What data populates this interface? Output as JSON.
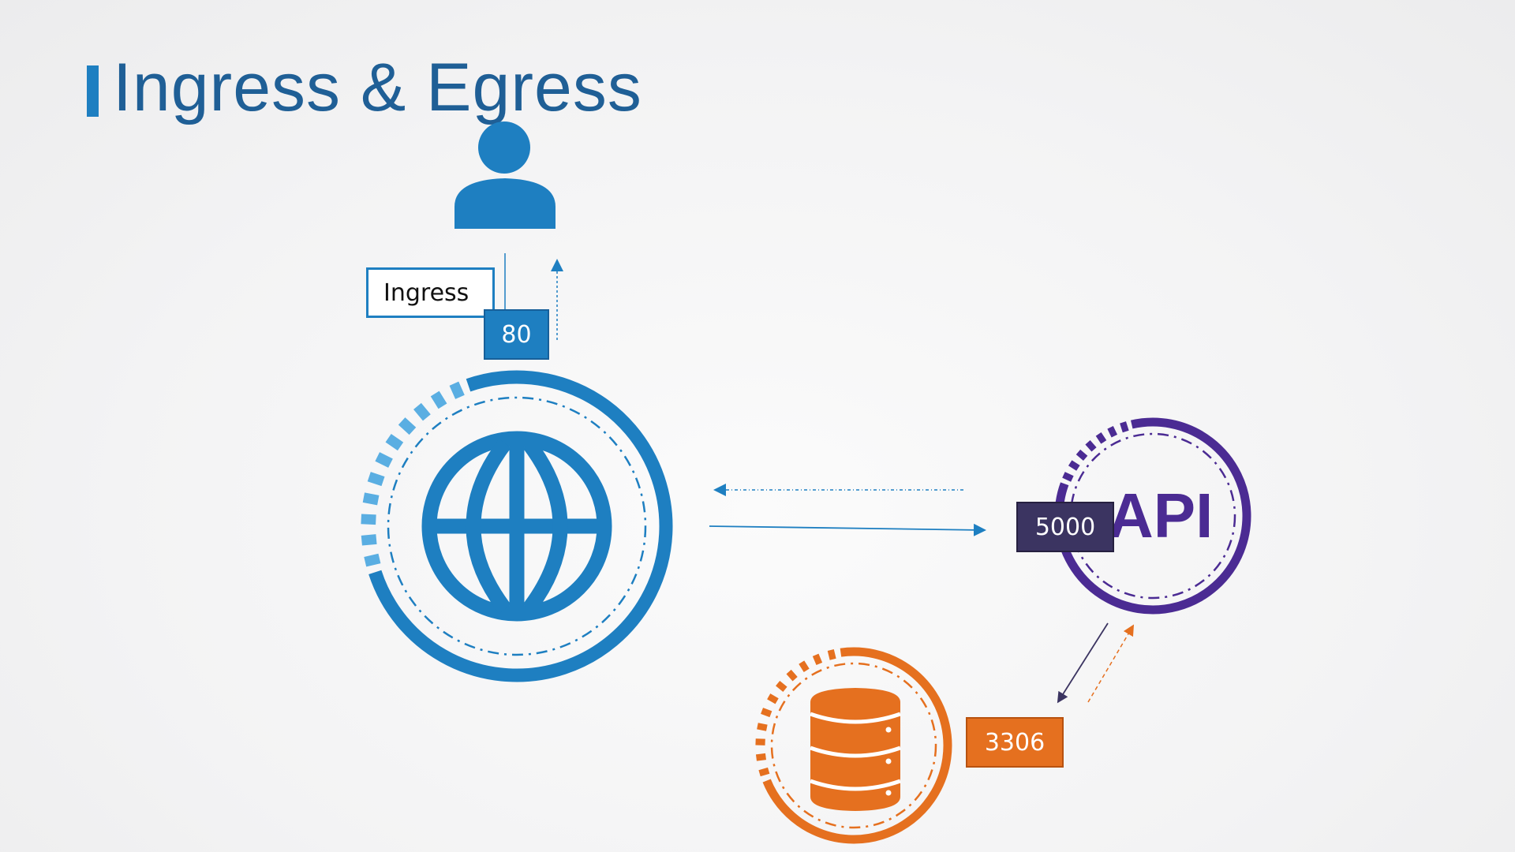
{
  "title": "Ingress & Egress",
  "labels": {
    "ingress": "Ingress",
    "web_port": "80",
    "api_port": "5000",
    "api": "API",
    "db_port": "3306"
  },
  "colors": {
    "title": "#1f5f96",
    "web": "#1e7fc1",
    "web_ticks": "#5aaee2",
    "api": "#4b2b93",
    "api_port_bg": "#3b3461",
    "db": "#e5701f"
  },
  "icons": [
    "user-icon",
    "globe-icon",
    "database-icon"
  ]
}
